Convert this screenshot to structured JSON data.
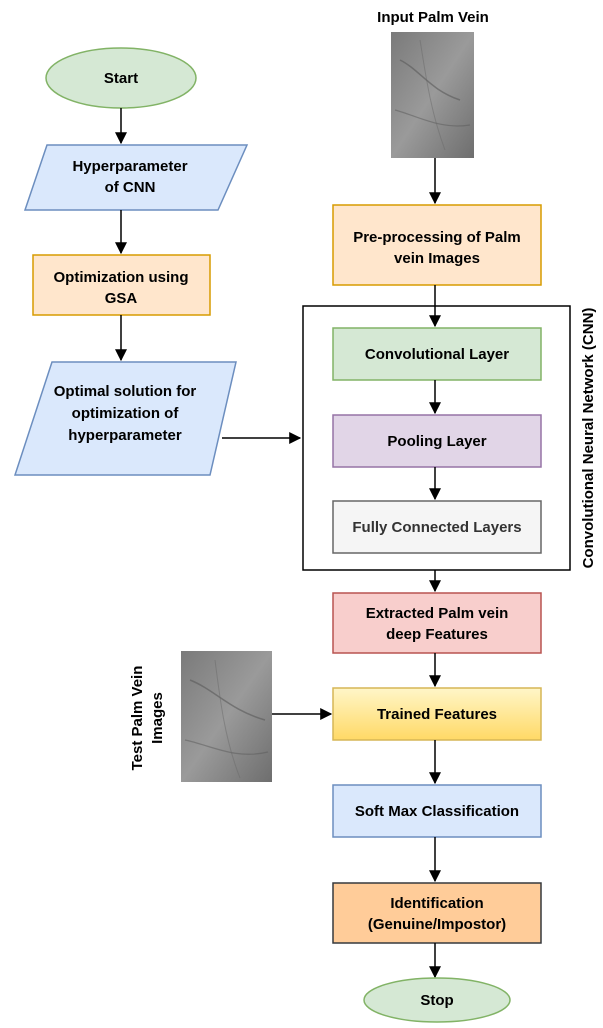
{
  "start": "Start",
  "stop": "Stop",
  "input_title": "Input Palm Vein",
  "test_title": [
    "Test Palm Vein",
    "Images"
  ],
  "cnn_label": "Convolutional Neural Network (CNN)",
  "left": {
    "hyper": [
      "Hyperparameter",
      "of CNN"
    ],
    "optim": [
      "Optimization using",
      "GSA"
    ],
    "optimal": [
      "Optimal solution for",
      "optimization of",
      "hyperparameter"
    ]
  },
  "right": {
    "preproc": [
      "Pre-processing of Palm",
      "vein Images"
    ],
    "conv": "Convolutional Layer",
    "pool": "Pooling Layer",
    "fc": "Fully Connected Layers",
    "extracted": [
      "Extracted Palm vein",
      "deep Features"
    ],
    "trained": "Trained Features",
    "softmax": "Soft Max Classification",
    "ident": [
      "Identification",
      "(Genuine/Impostor)"
    ]
  },
  "colors": {
    "green_fill": "#d5e8d4",
    "green_stroke": "#82b366",
    "blue_fill": "#dae8fc",
    "blue_stroke": "#6c8ebf",
    "orange_fill": "#ffe6cc",
    "orange_stroke": "#d79b00",
    "purple_fill": "#e1d5e7",
    "purple_stroke": "#9673a6",
    "grey_fill": "#f5f5f5",
    "grey_stroke": "#666666",
    "red_fill": "#f8cecc",
    "red_stroke": "#b85450",
    "yellow_fill": "#fff2cc",
    "yellow_stroke": "#d6b656",
    "deep_orange_fill": "#ffcc99",
    "deep_orange_stroke": "#36393d"
  }
}
